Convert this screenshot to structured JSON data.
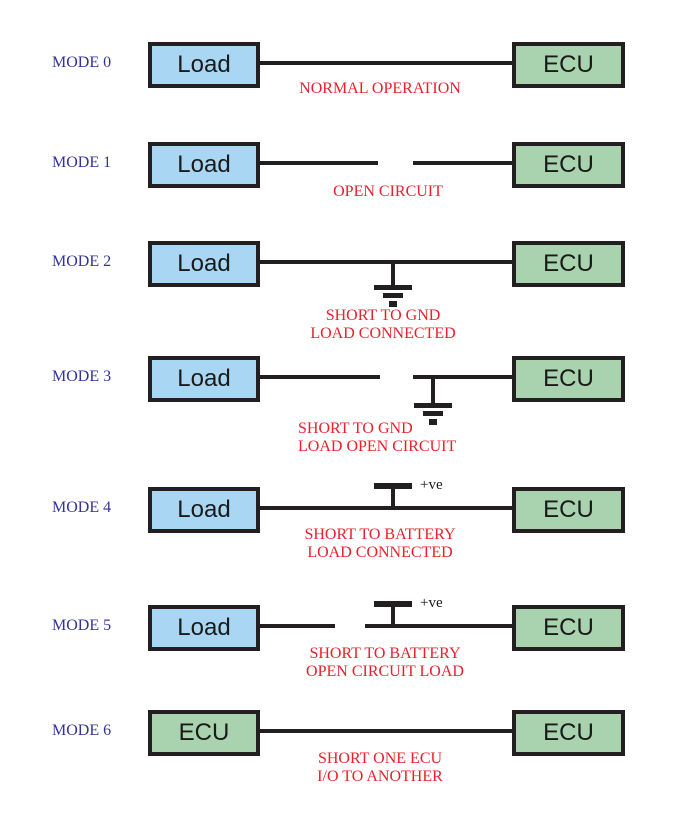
{
  "diagram": {
    "description_colors": {
      "load_box_fill": "#a9d7f3",
      "ecu_box_fill": "#a9d3ae",
      "wire_and_border": "#231f20",
      "mode_label_text": "#33339b",
      "caption_text": "#e8212b"
    },
    "rows": [
      {
        "mode": "MODE 0",
        "left_box": "Load",
        "right_box": "ECU",
        "wire": "continuous",
        "symbol": "none",
        "caption_lines": [
          "NORMAL OPERATION"
        ]
      },
      {
        "mode": "MODE 1",
        "left_box": "Load",
        "right_box": "ECU",
        "wire": "open-circuit-gap",
        "symbol": "none",
        "caption_lines": [
          "OPEN CIRCUIT"
        ]
      },
      {
        "mode": "MODE 2",
        "left_box": "Load",
        "right_box": "ECU",
        "wire": "continuous",
        "symbol": "ground",
        "caption_lines": [
          "SHORT TO GND",
          "LOAD CONNECTED"
        ]
      },
      {
        "mode": "MODE 3",
        "left_box": "Load",
        "right_box": "ECU",
        "wire": "open-circuit-gap",
        "symbol": "ground",
        "caption_lines": [
          "SHORT TO GND",
          "LOAD OPEN CIRCUIT"
        ]
      },
      {
        "mode": "MODE 4",
        "left_box": "Load",
        "right_box": "ECU",
        "wire": "continuous",
        "symbol": "battery",
        "battery_label": "+ve",
        "caption_lines": [
          "SHORT TO BATTERY",
          "LOAD CONNECTED"
        ]
      },
      {
        "mode": "MODE 5",
        "left_box": "Load",
        "right_box": "ECU",
        "wire": "open-circuit-gap",
        "symbol": "battery",
        "battery_label": "+ve",
        "caption_lines": [
          "SHORT TO BATTERY",
          "OPEN CIRCUIT LOAD"
        ]
      },
      {
        "mode": "MODE 6",
        "left_box": "ECU",
        "right_box": "ECU",
        "wire": "continuous",
        "symbol": "none",
        "caption_lines": [
          "SHORT ONE ECU",
          "I/O TO ANOTHER"
        ]
      }
    ]
  }
}
